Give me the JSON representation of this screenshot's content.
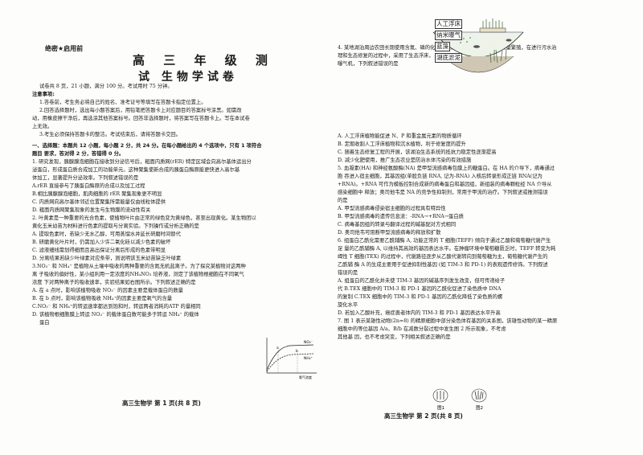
{
  "header": {
    "secret": "绝密★启用前",
    "exam_title": "高 三 年 级 测",
    "subject": "试 生物学试卷"
  },
  "instructions": {
    "intro": "试卷共 8 页，21 小题，满分 100 分。考试用时 75 分钟。",
    "heading": "注意事项:",
    "n1": "1.答卷前，考生务必将自己的姓名、准考证号等填写在答题卡指定位置上。",
    "n2a": "2.回答选择题时，选出每小题答案后，用铅笔把答题卡上对应题目的答案标号涂黑。如需改",
    "n2b": "动，用橡皮擦干净后，再选涂其他答案标号。回答非选择题时，将答案写在答题卡上。写在本试卷",
    "n2c": "上无效。",
    "n3": "3.考生必须保持答题卡的整洁。考试结束后，请将答题卡交回。"
  },
  "section1": {
    "l1": "一、选择题：本题共 12 小题，每小题 2 分，共 24 分。在每小题给出的 4 个选项中，只有 1 项符合",
    "l2": "题目 要求，答对得 2 分，答错得 0 分。"
  },
  "q1": {
    "l1": "1. 研究发现，胰腺腺泡细胞在接收到分泌信号后，粗面内质网(rER) 特定区域会向高尔基体运出分",
    "l2": "泌蛋白，形成蛋白质合成加工的功能单元。这种聚集使新合成的胰蛋白酶原能更快进入高尔基",
    "l3": "体加工，显著提升分泌效率。下列叙述错误的是",
    "a": "A.rER 直接参与了胰蛋白酶原的合成以及加工过程",
    "b": "B.相比胰腺腺泡细胞，肌肉细胞的 rER 聚集现象更不明显",
    "c": "C. 内质网向高尔基体邻近位置聚集所需能量仅由线粒体提供",
    "d": "D. 粗面内质网聚集现象的发生与生物膜的流动性有关"
  },
  "q2": {
    "l1": "2. 叶黄素是一种重要的光合色素，使植物叶片由正常的绿色变为黄绿色，甚至出现黄化。某生物团以",
    "l2": "黄化玉米幼苗为材料进行色素的提取与分离实验。下列操作或分析正确的是",
    "a": "A. 提取色素时，若缺少无水乙醇，可用蒸馏水并延长研磨时间替代",
    "b": "B. 研磨黄化叶片时，仍需加入少许二氧化硅以减少色素的破坏",
    "c": "C. 滤液细线需划得细而且高出保证分离后形成的色素带明显",
    "d": "D. 分离结果若缺少叶绿素对应条带，则说明该玉米幼苗缺乏叶绿素"
  },
  "q3": {
    "l1": "3.NO₃⁻ 和 NH₄⁺ 是植物从土壤中吸收的两种重要的含氮无机盐离子。为了探究某植物对这两种",
    "l2": "离 子吸收的偏好性，某小组利用一定浓度的NH₄NO₃ 培养液，测定了该植物根细胞在不同氧气",
    "l3": "浓度 下对两种离子的吸收速率，实验结果如右图所示。下列叙述正确的是",
    "a": "A. 在 a 点时，影响该植物吸收 NO₃⁻ 的因素主要是载体蛋白的数量",
    "b": "B. 在 b 点时，影响该植物吸收 NH₄⁺的因素主要是氧气的含量",
    "c": "C.NO₃⁻ 和 NH₄⁺的转运速率都达到饱和时，转运两者消耗的ATP 的量相同",
    "d": "D. 该植物根细胞膜上转运 NO₃⁻ 的载体蛋白数可能多于转运 NH₄⁺ 的载体",
    "d2": "蛋白"
  },
  "q3_graph": {
    "label1": "NO₃⁻",
    "label2": "NH₄⁺",
    "point_a": "a",
    "point_b": "b",
    "xlabel": "氧气浓度"
  },
  "footer_left": "高三生物学   第 1 页(共 8 页)",
  "q4": {
    "l1": "4. 某地湖泊周边农田长期使用含氮、磷的化肥，导致湖水富营养化，藻类大量繁殖，在进行污水治",
    "l2": "理和生态修复的过程中，采用了生态浮床，并引入了芦苇等沉水植物和食藻鱼，同时安装了纳米",
    "l3": "曝气机，下列叙述错误的是",
    "a": "A. 人工浮床植物能促进 N、P 和重金属元素的物质循环",
    "b": "B. 定期收割人工浮床植物和沉水植物，利于修复度的提升",
    "c": "C. 随着生态修复工程的开展，该湖泊生态系统的抵抗力稳定性逐渐提高",
    "d": "D. 减少化肥使用，推广生态农业是防治水体污染的有效措施"
  },
  "q4_figure": {
    "label1": "人工浮床",
    "label2": "纳米曝气",
    "label3": "蓝藻",
    "label4": "湖底淤泥"
  },
  "q5": {
    "l1": "5. 血凝素(HA) 和神经氨酸酶(NA) 是甲型流感病毒包膜上的糖蛋白。在 HA 的介导下，病毒通过",
    "l2": "胞 吞进入宿主细胞，其基因组(单股负链 RNA, 记为-RNA) 入核后转录形成正链 RNA(记为",
    "l3": "+RNA)。+RNA 可作为模板控制合成新的病毒蛋白和基因组，新组装的病毒颗粒经 NA 介导从",
    "l4": "感染细胞中 释放；奥司他韦是 NA 的竞争性抑制剂，常用于甲流的治疗。下列叙述或推测错误",
    "l5": "的是",
    "a": "A. 甲型流感病毒侵染宿主细胞的过程具有特异性",
    "b": "B. 甲型流感病毒的遗传信息流：-RNA→+RNA→蛋白质",
    "c": "C. 病毒基因组的转录与翻译过程的碱基配对方式相同",
    "d": "D. 奥司他韦可阻断甲型流感病毒的释放和扩散"
  },
  "q6": {
    "l1": "6. 组蛋白乙酰化需要乙酰辅酶 A, 功能正常的 T 细胞(TEFF) 倾向于通过乙酸和葡萄糖代谢产生",
    "l2": "足 量的乙酰辅酶 A, 以维持其高效的基因表达水平。在肿瘤环境中葡萄糖匮乏时，TEFF 转变为耗",
    "l3": "竭性 T 细胞(TEX) 的过程中，代谢路径逐步从乙酸代谢转向到葡萄糖为主，葡萄糖代谢产生的",
    "l4": "乙酰辅 酶 A 的生成主要用于促进抑制性基因 (如 TIM-3 和 PD-1) 的表观遗传修饰。下列叙述",
    "l5": "错误的是",
    "a1": "A. 组蛋白的乙酰化并未使 TIM-3 基因的碱基序列发生改变，但可传递给子",
    "a2": "代 B.TEX 细胞中的 TIM-3 和 PD-1 基因的乙酰化促进了染色质中 DNA",
    "a3": "的复制 C.TEX 细胞中的 TIM-3 和 PD-1 基因的乙酰化降低了染色质的螺",
    "a4": "旋化水平",
    "d": "D. 若加入乙酸补充，癌症患者体内的 TIM-3 和 PD-1 基因表达水平升高"
  },
  "q7": {
    "l1": "7. 图 1 表示某雄性动物(2n=8) 的精原细胞中部分染色体有基因的关系图，该雄性动物的某一精原",
    "l2": "细胞中的等位基因 A/a、B/b 在减数分裂过程中发生图 2 所示现象，不考虑",
    "l3": "其他基 因，也不考虑突变，下列相关叙述正确的是"
  },
  "q7_figure": {
    "label1": "图1",
    "label2": "图2"
  },
  "footer_right": "高三生物学   第 2 页(共 8 页)"
}
